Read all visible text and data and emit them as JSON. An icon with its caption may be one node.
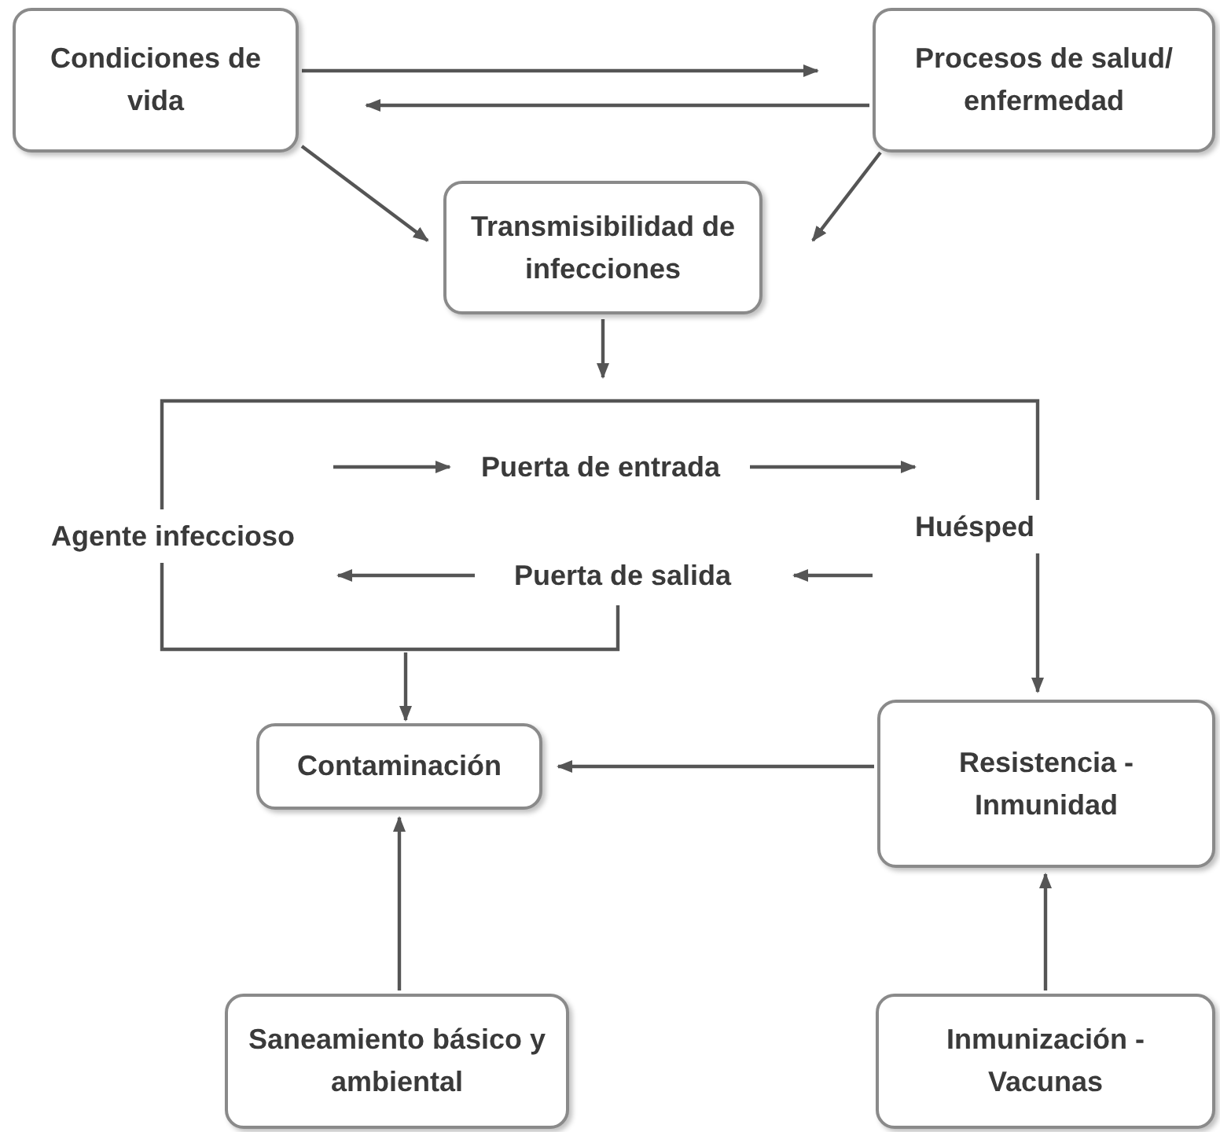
{
  "diagram": {
    "nodes": [
      {
        "text": [
          "Condiciones de vida"
        ]
      },
      {
        "text": [
          "Procesos de salud/ enfermedad"
        ]
      },
      {
        "text": [
          "Transmisibilidad de infecciones"
        ]
      },
      {
        "text": [
          "Agente infeccioso"
        ]
      },
      {
        "text": [
          "Puerta de entrada"
        ]
      },
      {
        "text": [
          "Huésped"
        ]
      },
      {
        "text": [
          "Puerta de salida"
        ]
      },
      {
        "text": [
          "Contaminación"
        ]
      },
      {
        "text": [
          "Resistencia - Inmunidad"
        ]
      },
      {
        "text": [
          "Saneamiento básico y ambiental"
        ]
      },
      {
        "text": [
          "Inmunización - Vacunas"
        ]
      }
    ],
    "edges": [
      {
        "from": 0,
        "to": 1,
        "arrow": "to"
      },
      {
        "from": 1,
        "to": 0,
        "arrow": "to"
      },
      {
        "from": 0,
        "to": 2,
        "arrow": "to"
      },
      {
        "from": 1,
        "to": 2,
        "arrow": "to"
      },
      {
        "from": 2,
        "to": null,
        "arrow": "to"
      },
      {
        "from": 3,
        "to": 5,
        "arrow": "none"
      },
      {
        "from": 5,
        "to": 8,
        "arrow": "to"
      },
      {
        "from": 3,
        "to": 6,
        "arrow": "none"
      },
      {
        "from": null,
        "to": 7,
        "arrow": "to"
      },
      {
        "from": 3,
        "to": 4,
        "arrow": "to"
      },
      {
        "from": 4,
        "to": 5,
        "arrow": "to"
      },
      {
        "from": 5,
        "to": 6,
        "arrow": "to"
      },
      {
        "from": 6,
        "to": 3,
        "arrow": "to"
      },
      {
        "from": 8,
        "to": 7,
        "arrow": "to"
      },
      {
        "from": 9,
        "to": 7,
        "arrow": "to"
      },
      {
        "from": 10,
        "to": 8,
        "arrow": "to"
      }
    ]
  }
}
